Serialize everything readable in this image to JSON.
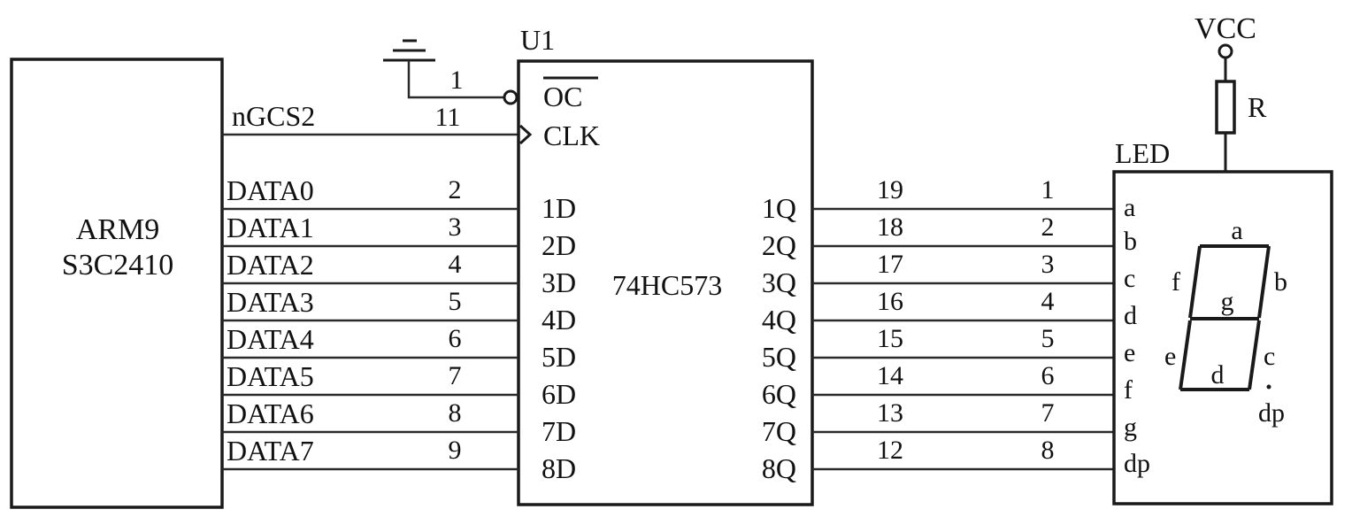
{
  "mcu": {
    "line1": "ARM9",
    "line2": "S3C2410"
  },
  "latch": {
    "ref": "U1",
    "part": "74HC573",
    "oc_label": "OC",
    "clk_label": "CLK",
    "oc_pin": "1",
    "clk_pin": "11",
    "d_labels": [
      "1D",
      "2D",
      "3D",
      "4D",
      "5D",
      "6D",
      "7D",
      "8D"
    ],
    "q_labels": [
      "1Q",
      "2Q",
      "3Q",
      "4Q",
      "5Q",
      "6Q",
      "7Q",
      "8Q"
    ]
  },
  "cs_signal": "nGCS2",
  "data_signals": [
    "DATA0",
    "DATA1",
    "DATA2",
    "DATA3",
    "DATA4",
    "DATA5",
    "DATA6",
    "DATA7"
  ],
  "d_pins": [
    "2",
    "3",
    "4",
    "5",
    "6",
    "7",
    "8",
    "9"
  ],
  "q_pins": [
    "19",
    "18",
    "17",
    "16",
    "15",
    "14",
    "13",
    "12"
  ],
  "led": {
    "label": "LED",
    "pins": [
      "1",
      "2",
      "3",
      "4",
      "5",
      "6",
      "7",
      "8"
    ],
    "pin_labels": [
      "a",
      "b",
      "c",
      "d",
      "e",
      "f",
      "g",
      "dp"
    ],
    "segments": {
      "a": "a",
      "b": "b",
      "c": "c",
      "d": "d",
      "e": "e",
      "f": "f",
      "g": "g",
      "dp": "dp"
    }
  },
  "power": {
    "vcc": "VCC",
    "resistor": "R"
  }
}
